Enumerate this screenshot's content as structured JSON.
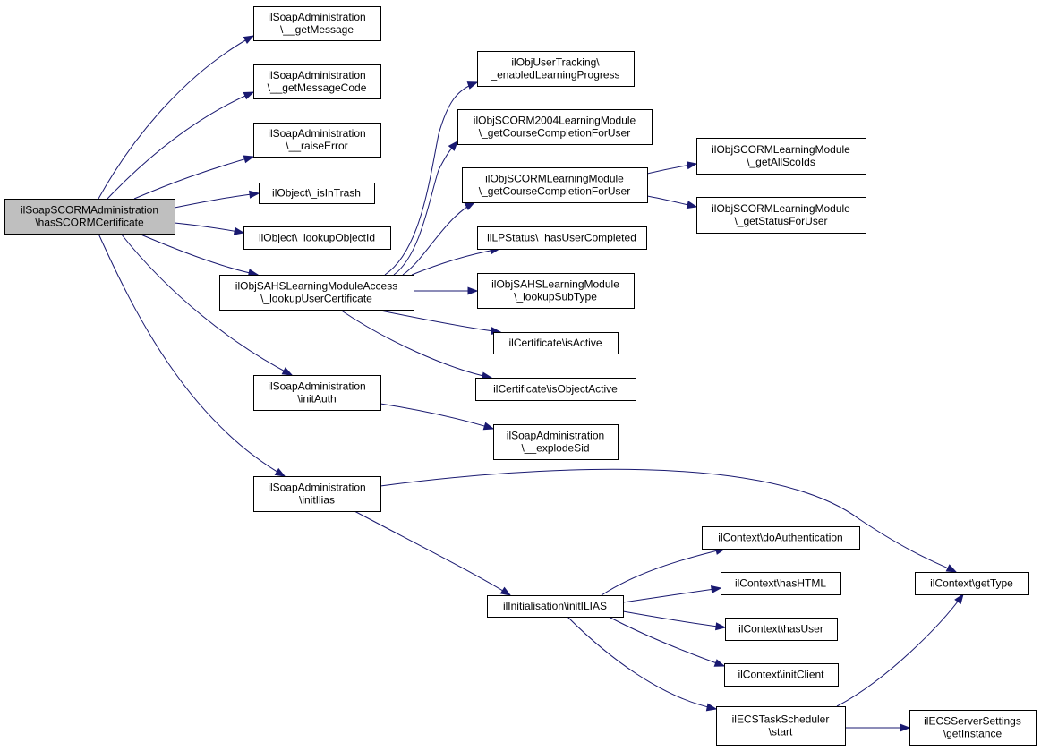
{
  "diagram": {
    "type": "call-graph",
    "colors": {
      "edge": "#191970",
      "root_fill": "#bfbfbf",
      "node_fill": "#ffffff",
      "node_border": "#000000"
    },
    "nodes": [
      {
        "id": "root",
        "lines": [
          "ilSoapSCORMAdministration",
          "\\hasSCORMCertificate"
        ],
        "root": true
      },
      {
        "id": "n1",
        "lines": [
          "ilSoapAdministration",
          "\\__getMessage"
        ]
      },
      {
        "id": "n2",
        "lines": [
          "ilSoapAdministration",
          "\\__getMessageCode"
        ]
      },
      {
        "id": "n3",
        "lines": [
          "ilSoapAdministration",
          "\\__raiseError"
        ]
      },
      {
        "id": "n4",
        "lines": [
          "ilObject\\_isInTrash"
        ]
      },
      {
        "id": "n5",
        "lines": [
          "ilObject\\_lookupObjectId"
        ]
      },
      {
        "id": "n6",
        "lines": [
          "ilObjSAHSLearningModuleAccess",
          "\\_lookupUserCertificate"
        ]
      },
      {
        "id": "n7",
        "lines": [
          "ilSoapAdministration",
          "\\initAuth"
        ]
      },
      {
        "id": "n8",
        "lines": [
          "ilSoapAdministration",
          "\\initIlias"
        ]
      },
      {
        "id": "n9",
        "lines": [
          "ilObjUserTracking\\",
          "_enabledLearningProgress"
        ]
      },
      {
        "id": "n10",
        "lines": [
          "ilObjSCORM2004LearningModule",
          "\\_getCourseCompletionForUser"
        ]
      },
      {
        "id": "n11",
        "lines": [
          "ilObjSCORMLearningModule",
          "\\_getCourseCompletionForUser"
        ]
      },
      {
        "id": "n12",
        "lines": [
          "ilLPStatus\\_hasUserCompleted"
        ]
      },
      {
        "id": "n13",
        "lines": [
          "ilObjSAHSLearningModule",
          "\\_lookupSubType"
        ]
      },
      {
        "id": "n14",
        "lines": [
          "ilCertificate\\isActive"
        ]
      },
      {
        "id": "n15",
        "lines": [
          "ilCertificate\\isObjectActive"
        ]
      },
      {
        "id": "n16",
        "lines": [
          "ilObjSCORMLearningModule",
          "\\_getAllScoIds"
        ]
      },
      {
        "id": "n17",
        "lines": [
          "ilObjSCORMLearningModule",
          "\\_getStatusForUser"
        ]
      },
      {
        "id": "n18",
        "lines": [
          "ilSoapAdministration",
          "\\__explodeSid"
        ]
      },
      {
        "id": "n19",
        "lines": [
          "ilInitialisation\\initILIAS"
        ]
      },
      {
        "id": "n20",
        "lines": [
          "ilContext\\getType"
        ]
      },
      {
        "id": "n21",
        "lines": [
          "ilContext\\doAuthentication"
        ]
      },
      {
        "id": "n22",
        "lines": [
          "ilContext\\hasHTML"
        ]
      },
      {
        "id": "n23",
        "lines": [
          "ilContext\\hasUser"
        ]
      },
      {
        "id": "n24",
        "lines": [
          "ilContext\\initClient"
        ]
      },
      {
        "id": "n25",
        "lines": [
          "ilECSTaskScheduler",
          "\\start"
        ]
      },
      {
        "id": "n26",
        "lines": [
          "ilECSServerSettings",
          "\\getInstance"
        ]
      }
    ],
    "edges": [
      {
        "from": "root",
        "to": "n1"
      },
      {
        "from": "root",
        "to": "n2"
      },
      {
        "from": "root",
        "to": "n3"
      },
      {
        "from": "root",
        "to": "n4"
      },
      {
        "from": "root",
        "to": "n5"
      },
      {
        "from": "root",
        "to": "n6"
      },
      {
        "from": "root",
        "to": "n7"
      },
      {
        "from": "root",
        "to": "n8"
      },
      {
        "from": "n6",
        "to": "n9"
      },
      {
        "from": "n6",
        "to": "n10"
      },
      {
        "from": "n6",
        "to": "n11"
      },
      {
        "from": "n6",
        "to": "n12"
      },
      {
        "from": "n6",
        "to": "n13"
      },
      {
        "from": "n6",
        "to": "n14"
      },
      {
        "from": "n6",
        "to": "n15"
      },
      {
        "from": "n11",
        "to": "n16"
      },
      {
        "from": "n11",
        "to": "n17"
      },
      {
        "from": "n7",
        "to": "n18"
      },
      {
        "from": "n8",
        "to": "n19"
      },
      {
        "from": "n8",
        "to": "n20"
      },
      {
        "from": "n19",
        "to": "n21"
      },
      {
        "from": "n19",
        "to": "n22"
      },
      {
        "from": "n19",
        "to": "n23"
      },
      {
        "from": "n19",
        "to": "n24"
      },
      {
        "from": "n19",
        "to": "n25"
      },
      {
        "from": "n25",
        "to": "n20"
      },
      {
        "from": "n25",
        "to": "n26"
      }
    ]
  }
}
